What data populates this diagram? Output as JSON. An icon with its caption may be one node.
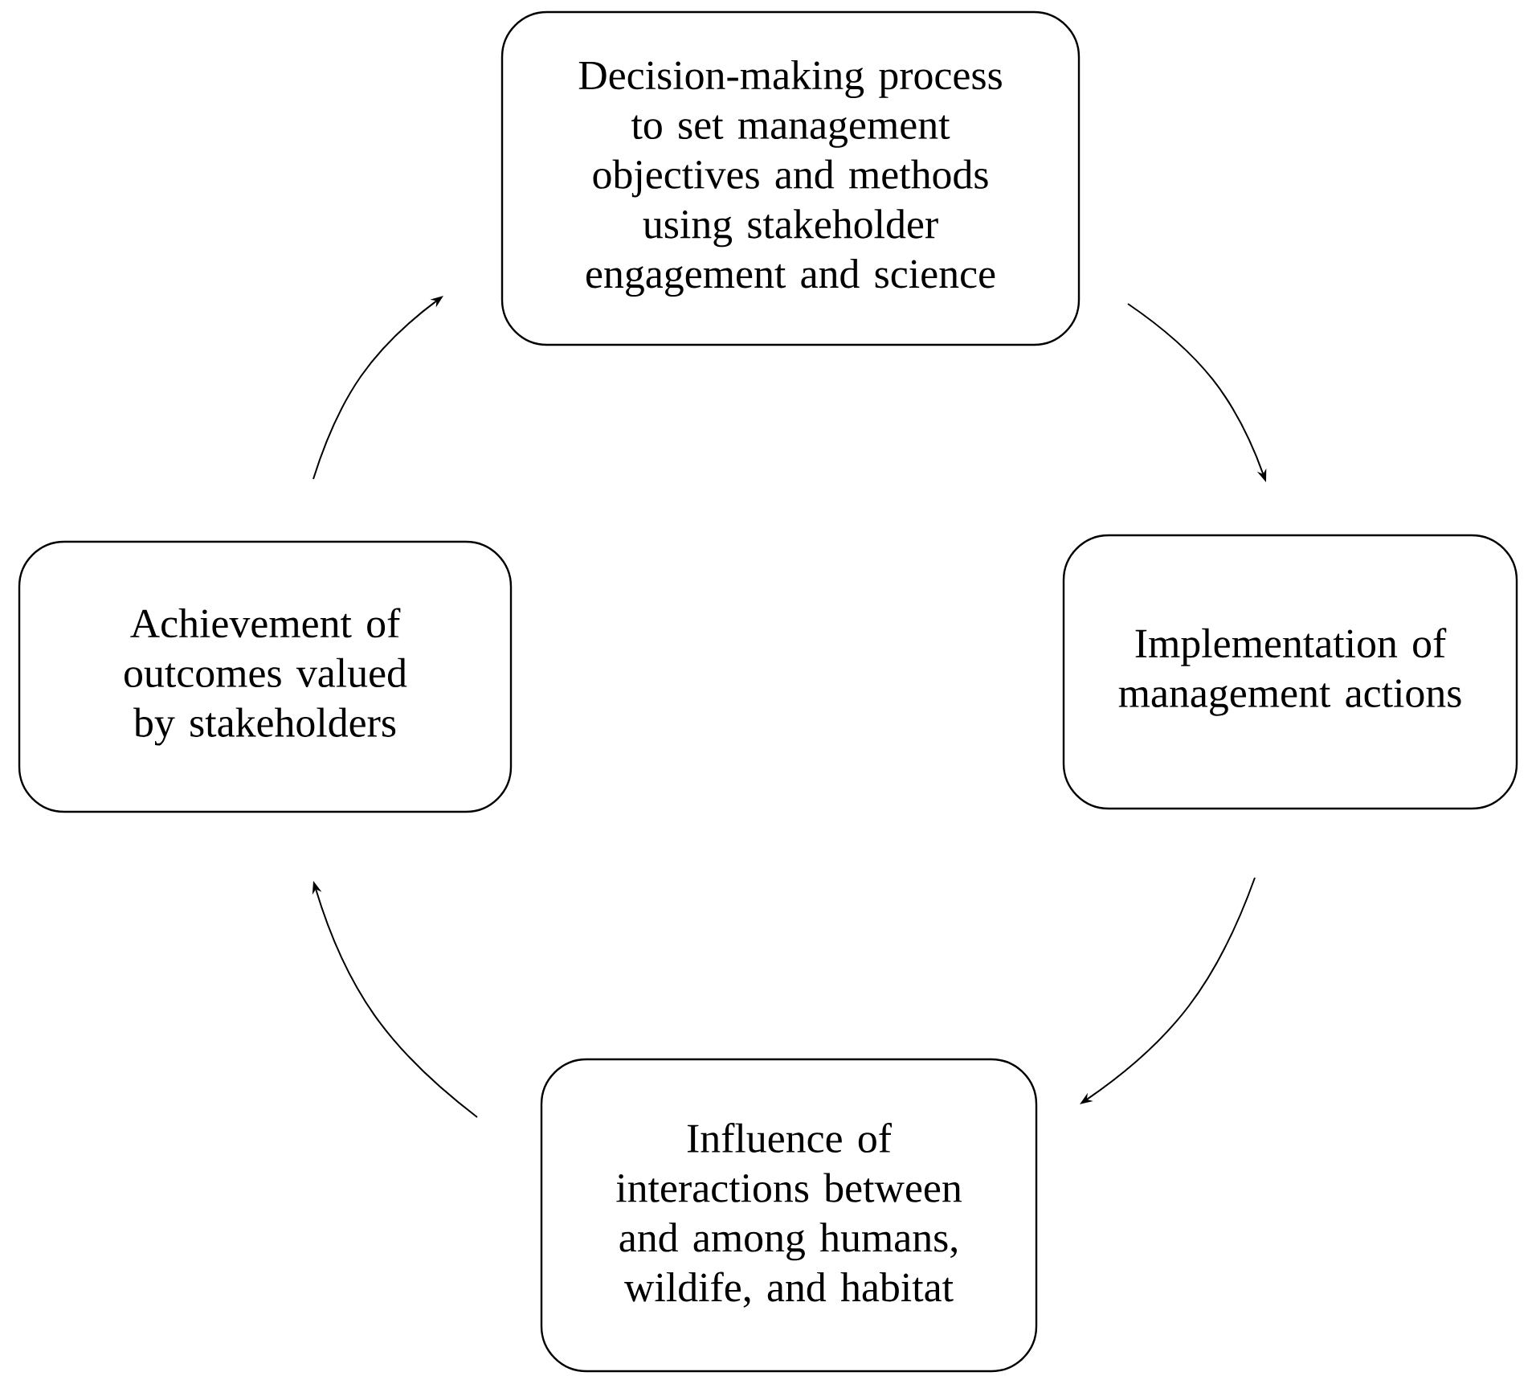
{
  "diagram": {
    "nodes": [
      {
        "text": [
          "Decision-making process to set management objectives and methods using stakeholder engagement and science"
        ]
      },
      {
        "text": [
          "Implementation of management actions"
        ]
      },
      {
        "text": [
          "Influence of interactions between and among humans, wildife, and habitat"
        ]
      },
      {
        "text": [
          "Achievement of outcomes valued by stakeholders"
        ]
      }
    ],
    "edges": [
      {
        "from": 0,
        "to": 1,
        "arrow": "to"
      },
      {
        "from": 1,
        "to": 2,
        "arrow": "to"
      },
      {
        "from": 2,
        "to": 3,
        "arrow": "to"
      },
      {
        "from": 3,
        "to": 0,
        "arrow": "to"
      }
    ]
  }
}
